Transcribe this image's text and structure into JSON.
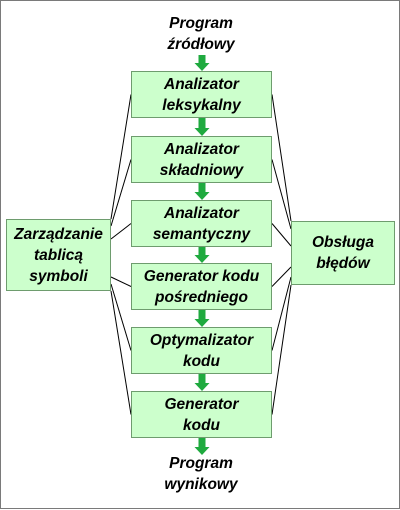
{
  "source": {
    "line1": "Program",
    "line2": "źródłowy"
  },
  "output": {
    "line1": "Program",
    "line2": "wynikowy"
  },
  "stages": [
    {
      "line1": "Analizator",
      "line2": "leksykalny"
    },
    {
      "line1": "Analizator",
      "line2": "składniowy"
    },
    {
      "line1": "Analizator",
      "line2": "semantyczny"
    },
    {
      "line1": "Generator kodu",
      "line2": "pośredniego"
    },
    {
      "line1": "Optymalizator",
      "line2": "kodu"
    },
    {
      "line1": "Generator",
      "line2": "kodu"
    }
  ],
  "symbol_table": {
    "line1": "Zarządzanie",
    "line2": "tablicą",
    "line3": "symboli"
  },
  "error_handling": {
    "line1": "Obsługa",
    "line2": "błędów"
  },
  "colors": {
    "box_fill": "#ccffcc",
    "box_border": "#6e9c6e",
    "arrow": "#1faa3f",
    "connector": "#000000"
  }
}
